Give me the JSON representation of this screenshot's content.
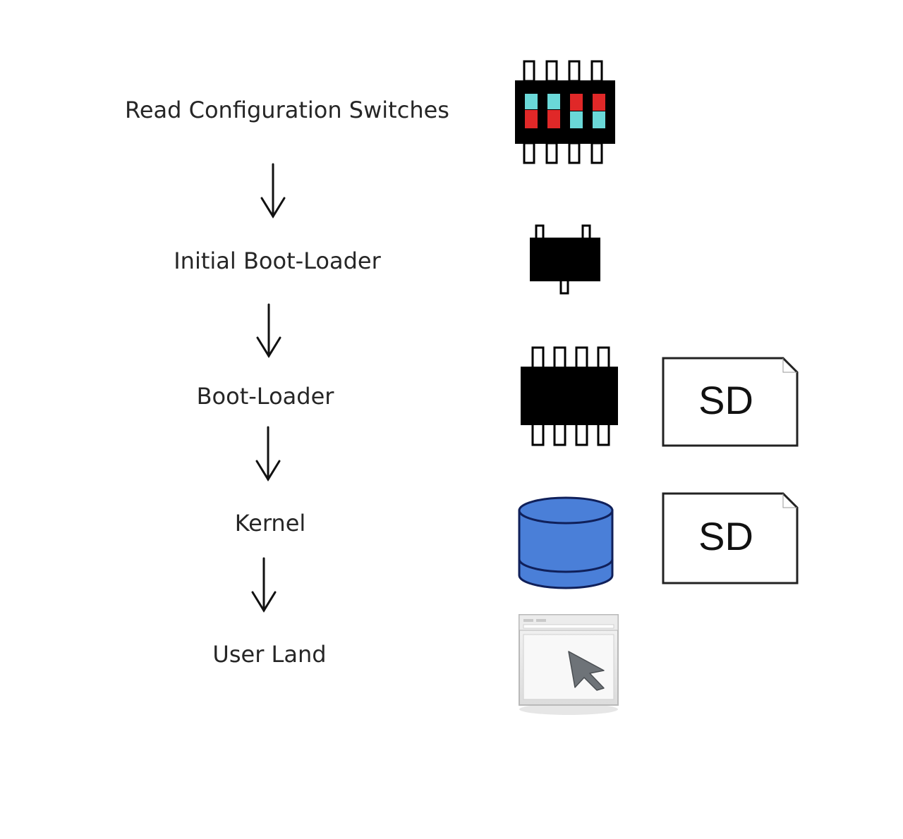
{
  "steps": [
    {
      "label": "Read Configuration Switches",
      "icon": "dip-switch-icon"
    },
    {
      "label": "Initial Boot-Loader",
      "icon": "small-chip-icon"
    },
    {
      "label": "Boot-Loader",
      "icon": "eight-pin-chip-icon"
    },
    {
      "label": "Kernel",
      "icon": "database-cylinder-icon"
    },
    {
      "label": "User Land",
      "icon": "browser-window-cursor-icon"
    }
  ],
  "sd_cards": [
    {
      "label": "SD",
      "icon": "sd-card-icon"
    },
    {
      "label": "SD",
      "icon": "sd-card-icon"
    }
  ],
  "colors": {
    "text": "#262626",
    "chip": "#000000",
    "switch_red": "#e02828",
    "switch_cyan": "#6ad8d8",
    "cylinder_blue": "#4a7fd8",
    "cylinder_outline": "#10205a"
  }
}
